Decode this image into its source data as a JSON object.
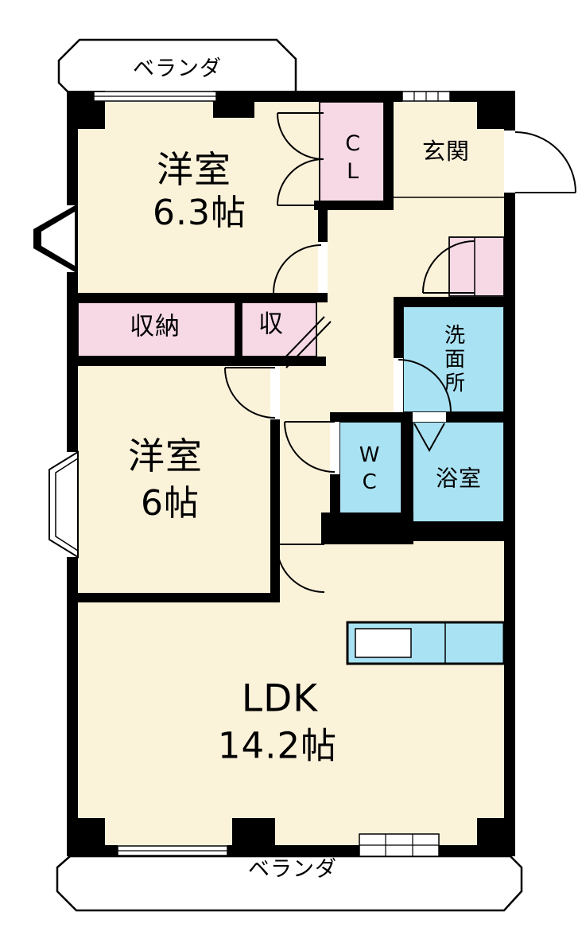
{
  "colors": {
    "wall": "#000000",
    "outline": "#000000",
    "room_floor": "#FBF2DA",
    "closet_fill": "#F7D9E6",
    "water_fill": "#A9E2F3",
    "counter_inner": "#FFFFFF",
    "window_fill": "#FFFFFF"
  },
  "veranda": {
    "top_label": "ベランダ",
    "bottom_label": "ベランダ"
  },
  "rooms": {
    "bedroom1": {
      "name": "洋室",
      "size": "6.3帖"
    },
    "bedroom2": {
      "name": "洋室",
      "size": "6帖"
    },
    "ldk": {
      "name": "LDK",
      "size": "14.2帖"
    },
    "closet": {
      "label": "CL"
    },
    "entrance": {
      "label": "玄関"
    },
    "storage_large": {
      "label": "収納"
    },
    "storage_small": {
      "label": "収"
    },
    "washroom": {
      "label": "洗面所"
    },
    "toilet": {
      "label": "WC"
    },
    "bathroom": {
      "label": "浴室"
    }
  }
}
